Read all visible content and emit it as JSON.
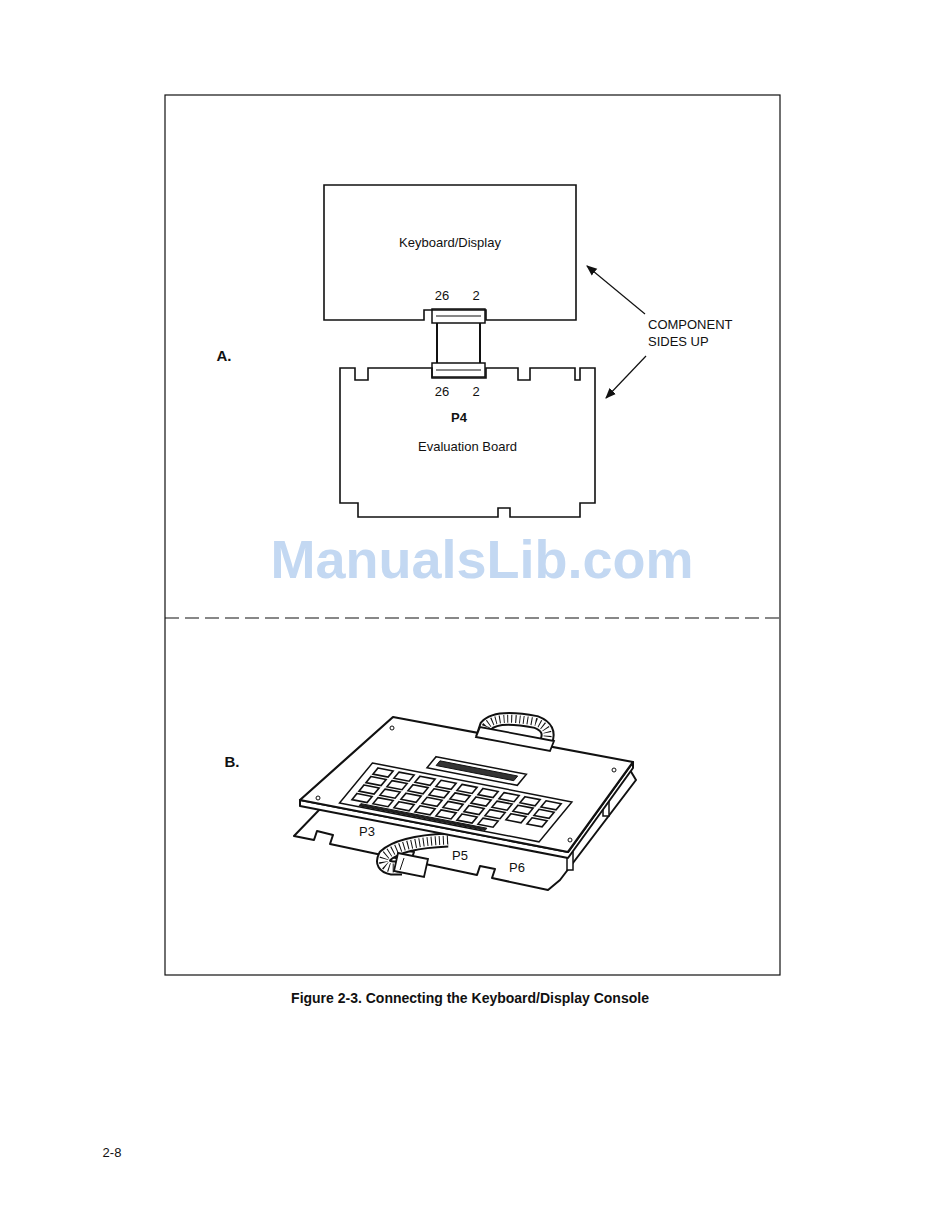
{
  "diagram": {
    "caption": "Figure 2-3. Connecting the Keyboard/Display Console",
    "nodes": [
      {
        "text": [
          "Keyboard/Display"
        ]
      },
      {
        "text": [
          "Evaluation Board"
        ]
      }
    ],
    "edges": [
      {
        "from": 0,
        "to": 1,
        "arrow": "none"
      }
    ],
    "labels": [
      "A.",
      "26",
      "2",
      "26",
      "2",
      "P4",
      "COMPONENT SIDES UP",
      "ManualsLib.com",
      "B.",
      "P3",
      "P5",
      "P6",
      "2-8"
    ]
  }
}
